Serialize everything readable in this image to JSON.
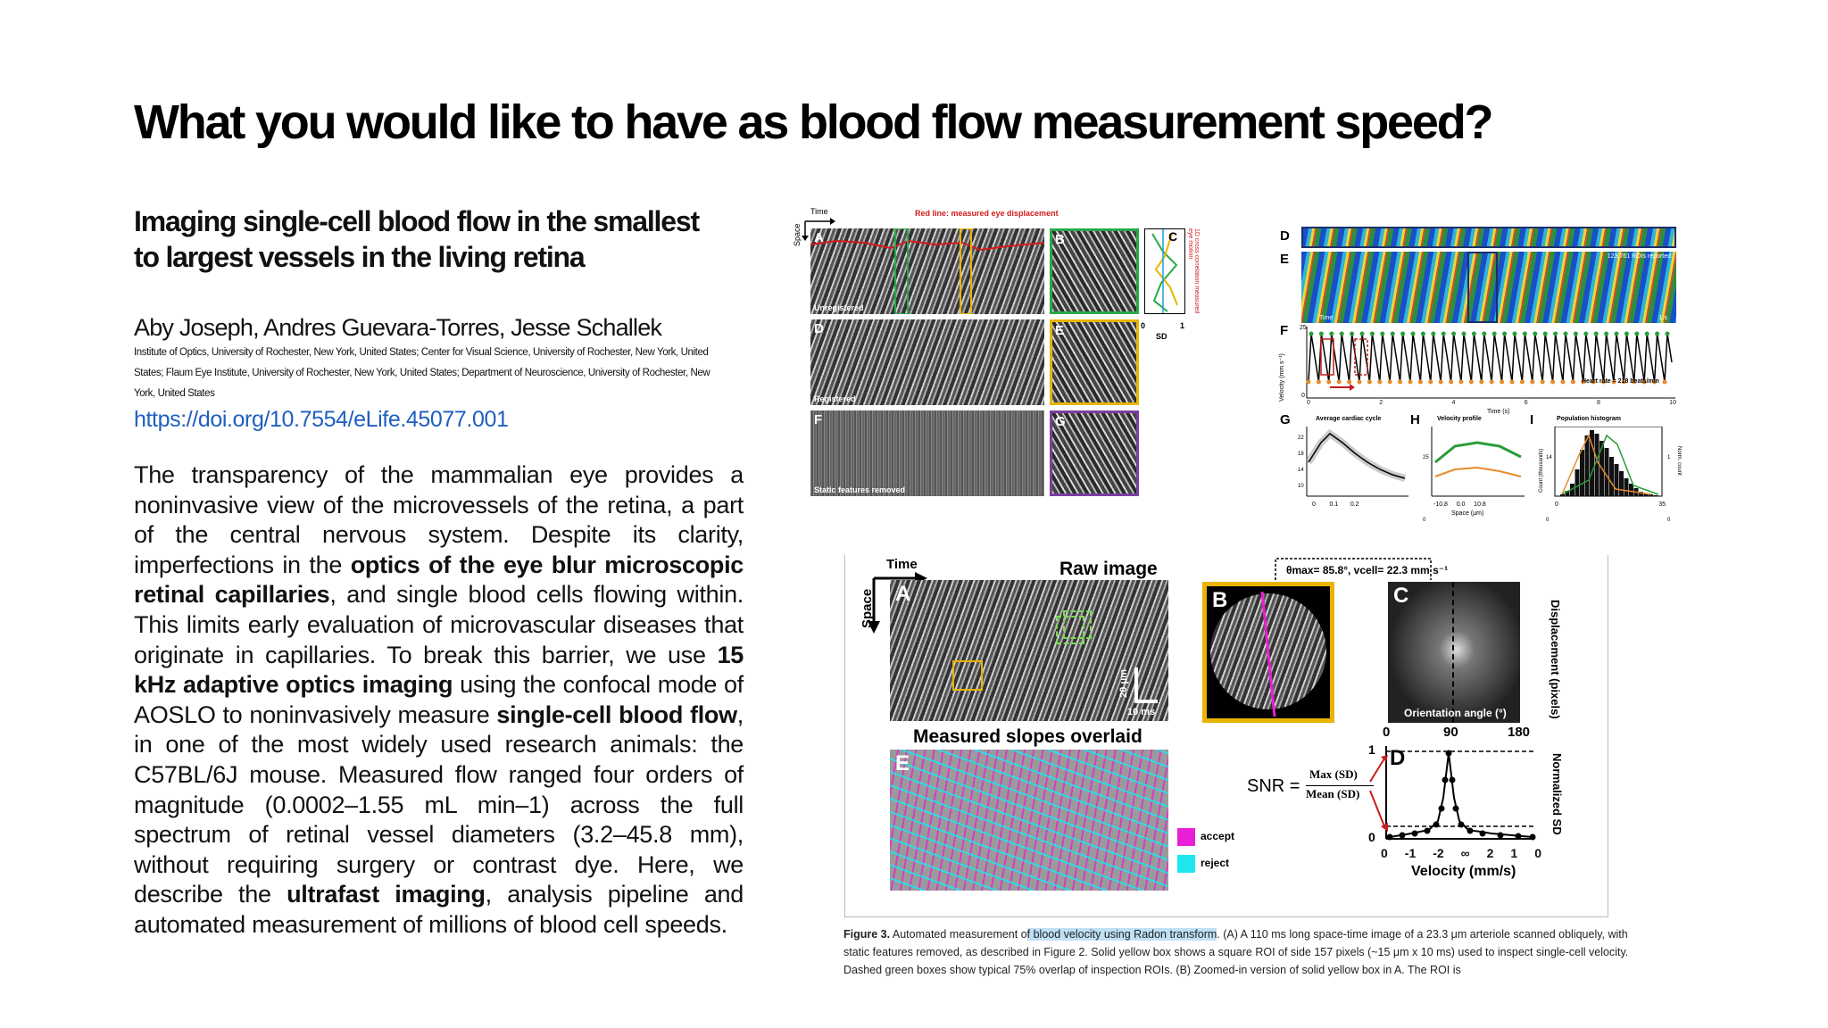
{
  "slide": {
    "title": "What you would like to have as blood flow measurement speed?"
  },
  "paper": {
    "title": "Imaging single-cell blood flow in the smallest to largest vessels in the living retina",
    "authors": "Aby Joseph, Andres Guevara-Torres, Jesse Schallek",
    "affiliations": "Institute of Optics, University of Rochester, New York, United States; Center for Visual Science, University of Rochester, New York, United States; Flaum Eye Institute, University of Rochester, New York, United States; Department of Neuroscience, University of Rochester, New York, United States",
    "doi": "https://doi.org/10.7554/eLife.45077.001"
  },
  "abstract": {
    "p1": "The transparency of the mammalian eye provides a noninvasive view of the microvessels of the retina, a part of the central nervous system. Despite its clarity, imperfections in the ",
    "b1": "optics of the eye blur microscopic retinal capillaries",
    "p2": ", and single blood cells flowing within. This limits early evaluation of microvascular diseases that originate in capillaries. To break this barrier, we use ",
    "b2": "15 kHz adaptive optics imaging",
    "p3": " using the confocal mode of AOSLO to noninvasively measure ",
    "b3": "single-cell blood flow",
    "p4": ", in one of the most widely used research animals: the C57BL/6J mouse. Measured flow ranged four orders of magnitude (0.0002–1.55 mL min–1) across the full spectrum of retinal vessel diameters (3.2–45.8 mm), without requiring surgery or contrast dye. Here, we describe the ",
    "b4": "ultrafast imaging",
    "p5": ", analysis pipeline and automated measurement of millions of blood cell speeds."
  },
  "fig1": {
    "time": "Time",
    "space": "Space",
    "red_line": "Red line: measured eye displacement",
    "A": "A",
    "B": "B",
    "C": "C",
    "D": "D",
    "E": "E",
    "F": "F",
    "G": "G",
    "unregistered": "Unregistered",
    "registered": "Registered",
    "static_removed": "Static features removed",
    "corr_label": "1D cross correlation measured eye motion",
    "sd": "SD",
    "zero": "0",
    "one": "1"
  },
  "fig2": {
    "D": "D",
    "E": "E",
    "F": "F",
    "G": "G",
    "H": "H",
    "I": "I",
    "rois": "123,761 ROIs reported",
    "time": "Time",
    "one_s": "1 s",
    "velocity_axis": "Velocity (mm s⁻¹)",
    "time_axis": "Time (s)",
    "heart_rate": "Heart rate = 218 beats/min",
    "avg_cycle": "Average cardiac cycle",
    "vel_profile": "Velocity profile",
    "pop_hist": "Population histogram",
    "space_um": "Space (μm)",
    "count": "Count (thousands)",
    "norm_count": "Norm. count",
    "f_ticks": [
      "0",
      "2",
      "4",
      "6",
      "8",
      "10"
    ],
    "f_y_ticks": [
      "25",
      "0"
    ],
    "g_ticks": [
      "0",
      "0.1",
      "0.2"
    ],
    "g_y_ticks": [
      "22",
      "18",
      "14",
      "10"
    ],
    "h_ticks": [
      "-10.8",
      "0.0",
      "10.8"
    ],
    "h_y_ticks": [
      "25",
      "0"
    ],
    "i_ticks": [
      "0",
      "35"
    ],
    "i_y_ticks": [
      "14",
      "0"
    ],
    "i_r_ticks": [
      "1",
      "0"
    ]
  },
  "fig3": {
    "time": "Time",
    "space": "Space",
    "raw_image": "Raw image",
    "A": "A",
    "B": "B",
    "C": "C",
    "D": "D",
    "E": "E",
    "scale_um": "20 μm",
    "scale_ms": "10 ms",
    "theta": "θmax= 85.8°, vcell= 22.3 mm s⁻¹",
    "orientation": "Orientation angle (°)",
    "displacement": "Displacement (pixels)",
    "c_ticks": [
      "0",
      "90",
      "180"
    ],
    "measured_slopes": "Measured slopes overlaid",
    "accept": "accept",
    "reject": "reject",
    "snr": "SNR =",
    "snr_num": "Max (SD)",
    "snr_den": "Mean (SD)",
    "d_y_ticks": [
      "1",
      "0"
    ],
    "d_x_ticks": [
      "0",
      "-1",
      "-2",
      "∞",
      "2",
      "1",
      "0"
    ],
    "velocity": "Velocity (mm/s)",
    "norm_sd": "Normalized SD",
    "colors": {
      "accept": "#e81fd4",
      "reject": "#1ee6ef",
      "yellow_box": "#e8b400"
    }
  },
  "caption": {
    "fig": "Figure 3.",
    "t1": " Automated measurement o",
    "hl": "f blood velocity using Radon transform",
    "t2": ". (A) A 110 ms long space-time image of a 23.3 μm arteriole scanned obliquely, with static features removed, as described in Figure 2. Solid yellow box shows a square ROI of side 157 pixels (~15 μm x 10 ms) used to inspect single-cell velocity. Dashed green boxes show typical 75% overlap of inspection ROIs. (B) Zoomed-in version of solid yellow box in A. The ROI is"
  }
}
